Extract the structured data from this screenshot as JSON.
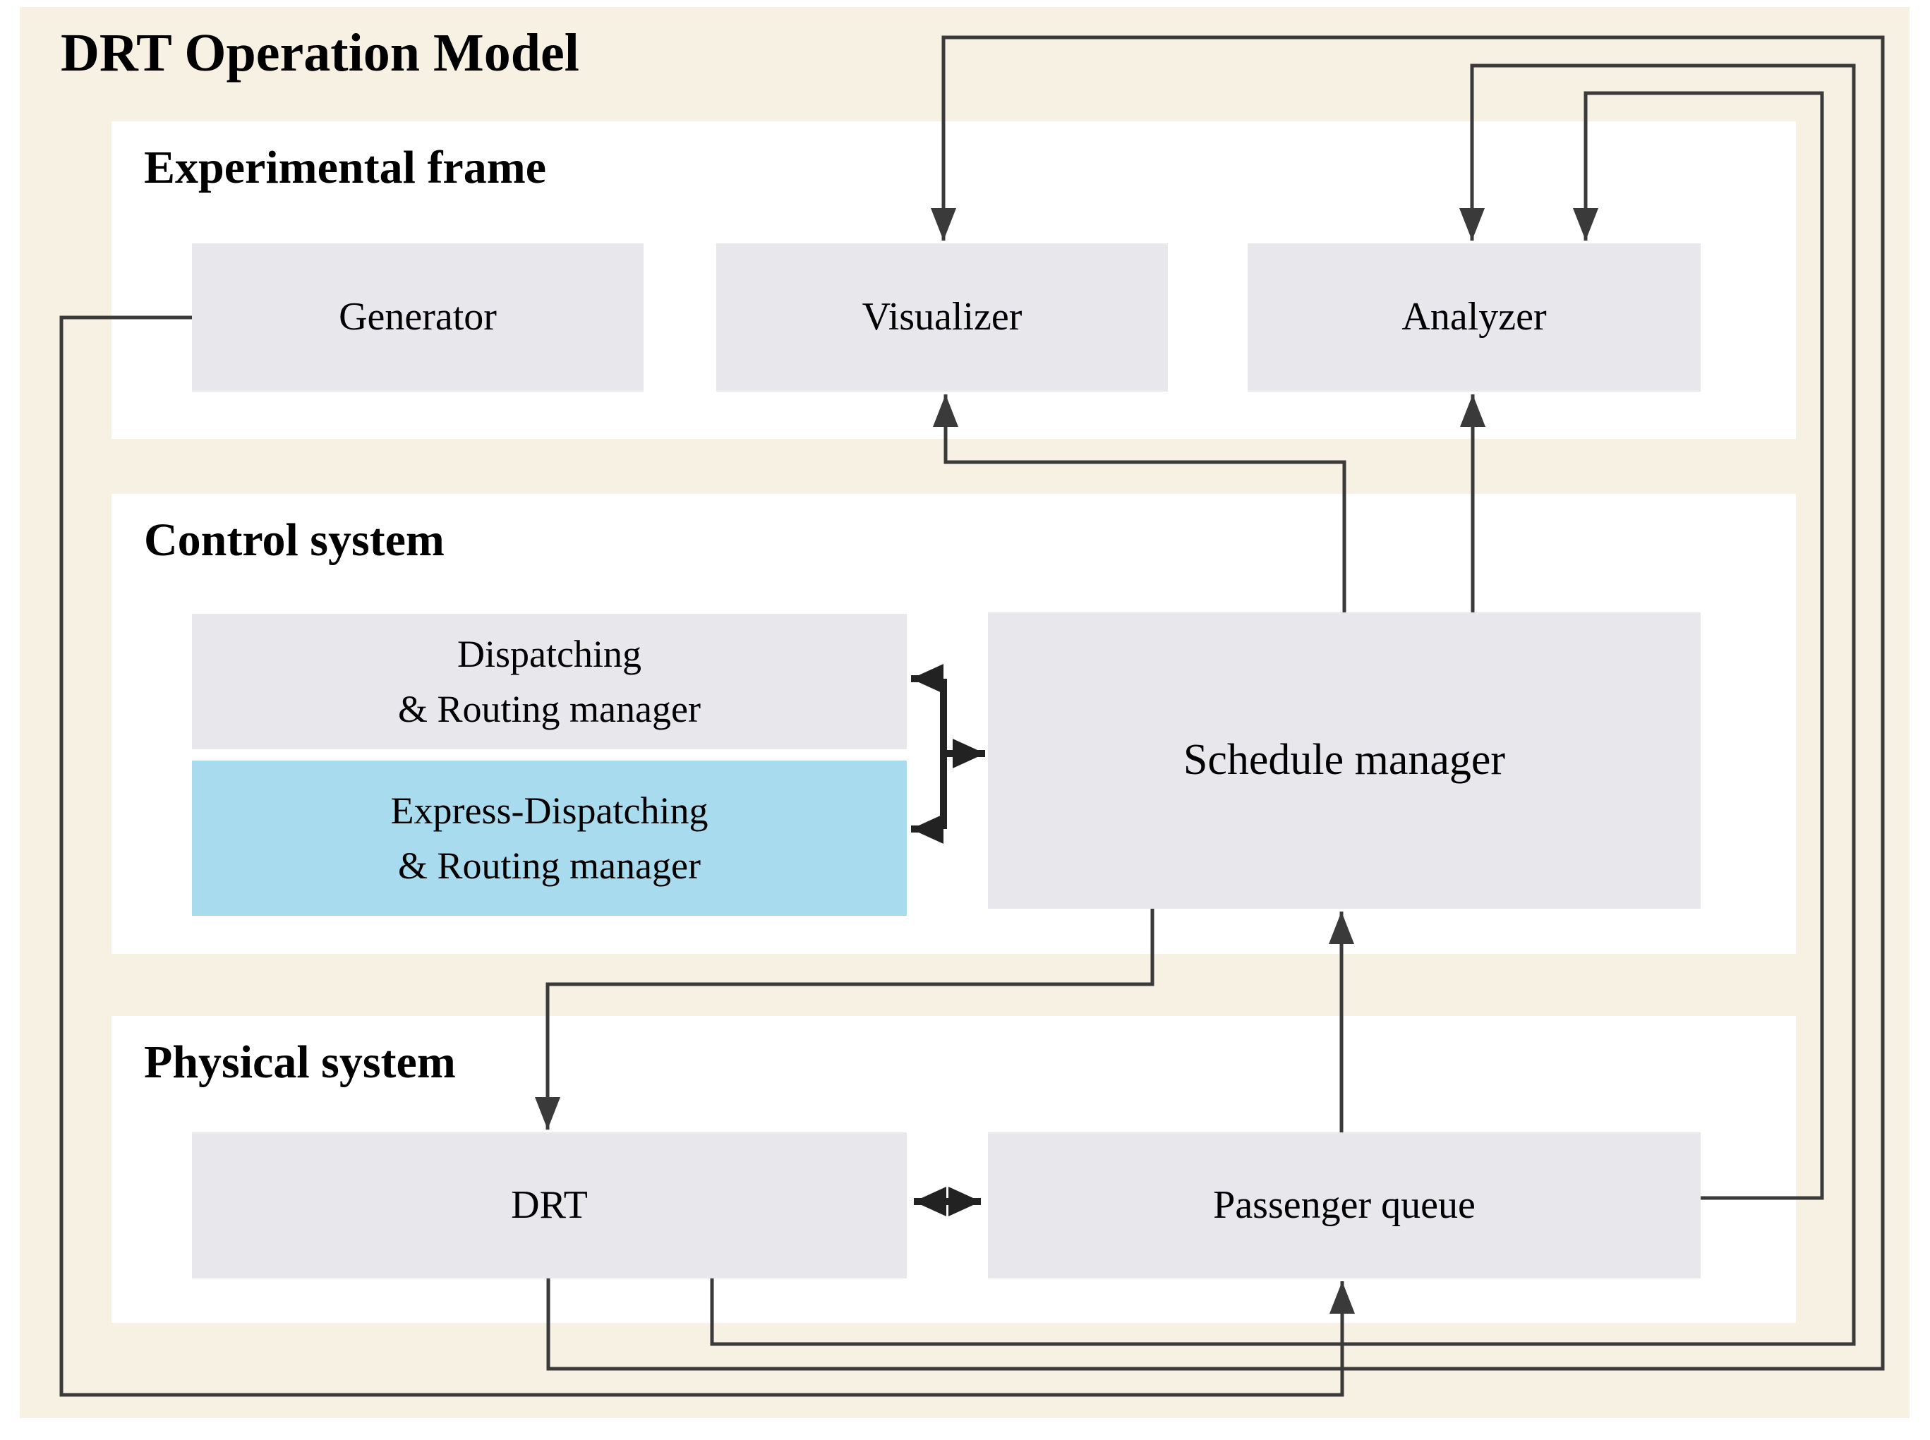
{
  "title": "DRT Operation Model",
  "colors": {
    "background_beige": "#f7f1e4",
    "panel_white": "#ffffff",
    "box_gray": "#e8e7ec",
    "accent_blue": "#a8dbee",
    "wire_dark": "#3a3a3a",
    "connector_black": "#222222",
    "text": "#000000"
  },
  "sections": {
    "experimental": {
      "label": "Experimental frame"
    },
    "control": {
      "label": "Control system"
    },
    "physical": {
      "label": "Physical system"
    }
  },
  "nodes": {
    "generator": {
      "label": "Generator"
    },
    "visualizer": {
      "label": "Visualizer"
    },
    "analyzer": {
      "label": "Analyzer"
    },
    "dispatching": {
      "label": "Dispatching\n& Routing manager"
    },
    "express": {
      "label": "Express-Dispatching\n& Routing manager"
    },
    "schedule": {
      "label": "Schedule manager"
    },
    "drt": {
      "label": "DRT"
    },
    "passenger_queue": {
      "label": "Passenger queue"
    }
  },
  "connections": [
    {
      "from": "Generator",
      "to": "Passenger queue",
      "route": "left edge, down, along bottom, up into Passenger queue"
    },
    {
      "from": "Schedule manager",
      "to": "Visualizer",
      "route": "up from top, left, up into Visualizer bottom"
    },
    {
      "from": "Schedule manager",
      "to": "Analyzer",
      "route": "straight up into Analyzer bottom"
    },
    {
      "from": "Schedule manager",
      "to": "DRT",
      "route": "down from bottom, left, down into DRT top"
    },
    {
      "from": "Passenger queue",
      "to": "Schedule manager",
      "route": "straight up into Schedule manager bottom"
    },
    {
      "from": "Passenger queue",
      "to": "Analyzer",
      "route": "right edge, up right side, left along top, down into Analyzer top"
    },
    {
      "from": "DRT",
      "to": "Visualizer",
      "route": "down from bottom, right, up outer right side, left along top, down into Visualizer top"
    },
    {
      "from": "DRT",
      "to": "Analyzer",
      "route": "down from bottom, right, up right side, left along top, down into Analyzer top"
    },
    {
      "from": "DRT",
      "to": "Passenger queue",
      "bidirectional": true,
      "route": "double-headed arrow between boxes"
    },
    {
      "from": "Schedule manager",
      "to": "Dispatching & Routing manager",
      "route": "bracket connector with arrowheads"
    },
    {
      "from": "Schedule manager",
      "to": "Express-Dispatching & Routing manager",
      "route": "bracket connector with arrowheads"
    }
  ]
}
